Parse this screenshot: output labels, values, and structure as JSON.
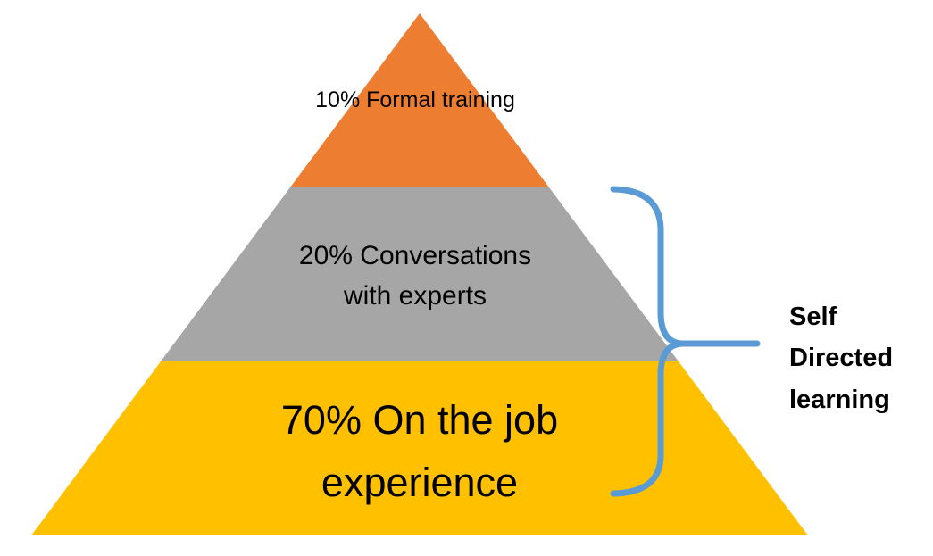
{
  "colors": {
    "layer_top": "#ED7D31",
    "layer_middle": "#A6A6A6",
    "layer_bottom": "#FFC000",
    "brace": "#5B9BD5",
    "text": "#000000"
  },
  "pyramid": {
    "type": "pyramid",
    "layers": [
      {
        "name": "formal-training",
        "label": "10% Formal training"
      },
      {
        "name": "conversations-with-experts",
        "label": "20% Conversations\nwith experts"
      },
      {
        "name": "on-the-job-experience",
        "label": "70% On the job\nexperience"
      }
    ]
  },
  "annotation": {
    "label": "Self\nDirected\nlearning"
  }
}
